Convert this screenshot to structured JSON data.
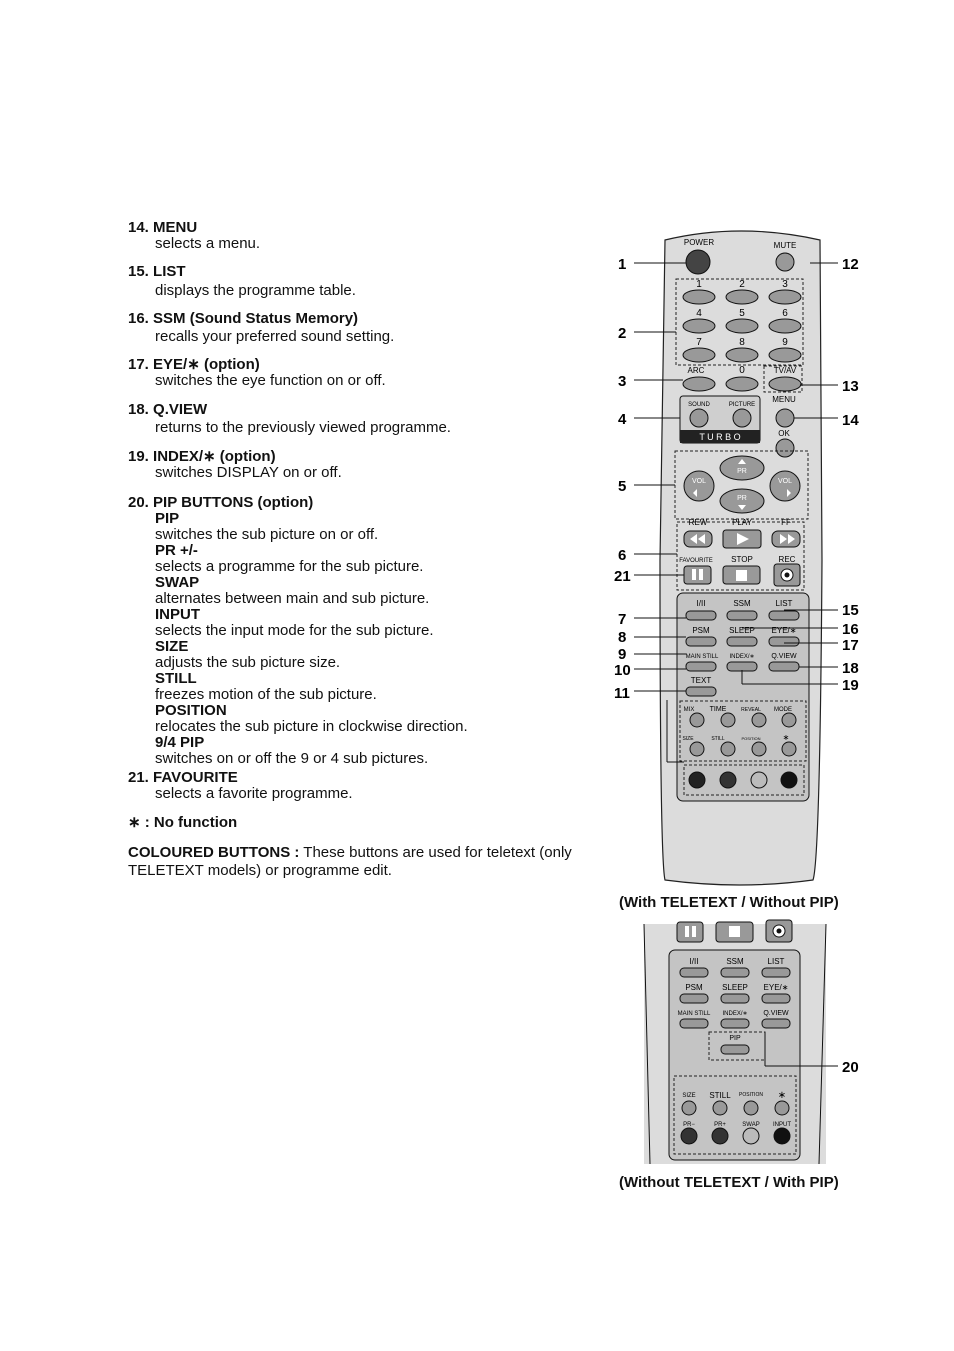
{
  "items": [
    {
      "num": "14.",
      "title": "MENU",
      "desc": "selects a menu."
    },
    {
      "num": "15.",
      "title": "LIST",
      "desc": "displays the programme table."
    },
    {
      "num": "16.",
      "title": "SSM (Sound Status Memory)",
      "desc": "recalls your preferred sound setting."
    },
    {
      "num": "17.",
      "title": "EYE/∗ (option)",
      "desc": "switches the eye function on or off."
    },
    {
      "num": "18.",
      "title": "Q.VIEW",
      "desc": "returns to the previously viewed programme."
    },
    {
      "num": "19.",
      "title": "INDEX/∗ (option)",
      "desc": "switches DISPLAY on or off."
    }
  ],
  "pip": {
    "num": "20.",
    "title": "PIP BUTTONS (option)",
    "entries": [
      {
        "label": "PIP",
        "desc": "switches the sub picture on or off."
      },
      {
        "label": "PR +/-",
        "desc": "selects a programme for the sub picture."
      },
      {
        "label": "SWAP",
        "desc": "alternates between main and sub picture."
      },
      {
        "label": "INPUT",
        "desc": "selects the input mode for the sub picture."
      },
      {
        "label": "SIZE",
        "desc": "adjusts the sub picture size."
      },
      {
        "label": "STILL",
        "desc": "freezes motion of the sub picture."
      },
      {
        "label": "POSITION",
        "desc": "relocates the sub picture in clockwise direction."
      },
      {
        "label": "9/4 PIP",
        "desc": "switches on or off the 9 or 4 sub pictures."
      }
    ]
  },
  "favourite": {
    "num": "21.",
    "title": "FAVOURITE",
    "desc": "selects a favorite programme."
  },
  "nofunction": "∗ : No function",
  "coloured": {
    "bold": "COLOURED BUTTONS :",
    "line1": " These buttons are used for teletext (only",
    "line2": "TELETEXT models) or programme edit."
  },
  "captions": {
    "top": "(With TELETEXT / Without PIP)",
    "bottom": "(Without TELETEXT / With PIP)"
  },
  "remote1": {
    "labels": {
      "power": "POWER",
      "mute": "MUTE",
      "arc": "ARC",
      "zero": "0",
      "tvav": "TV/AV",
      "sound": "SOUND",
      "picture": "PICTURE",
      "turbo": "T U R B O",
      "menu": "MENU",
      "ok": "OK",
      "pr": "PR",
      "vol": "VOL",
      "rew": "REW",
      "play": "PLAY",
      "ff": "FF",
      "favourite": "FAVOURITE",
      "stop": "STOP",
      "rec": "REC",
      "i_ii": "I/II",
      "ssm": "SSM",
      "list": "LIST",
      "psm": "PSM",
      "sleep": "SLEEP",
      "eye": "EYE/∗",
      "mainstill": "MAIN STILL",
      "index": "INDEX/∗",
      "qview": "Q.VIEW",
      "text": "TEXT",
      "mix": "MIX",
      "time": "TIME",
      "reveal": "REVEAL",
      "mode": "MODE",
      "size": "SIZE",
      "still": "STILL",
      "position": "POSITION",
      "star": "∗"
    },
    "digits": [
      "1",
      "2",
      "3",
      "4",
      "5",
      "6",
      "7",
      "8",
      "9"
    ],
    "callouts_left": [
      "1",
      "2",
      "3",
      "4",
      "5",
      "6",
      "21",
      "7",
      "8",
      "9",
      "10",
      "11"
    ],
    "callouts_right": [
      "12",
      "13",
      "14",
      "15",
      "16",
      "17",
      "18",
      "19"
    ]
  },
  "remote2": {
    "labels": {
      "i_ii": "I/II",
      "ssm": "SSM",
      "list": "LIST",
      "psm": "PSM",
      "sleep": "SLEEP",
      "eye": "EYE/∗",
      "mainstill": "MAIN STILL",
      "index": "INDEX/∗",
      "qview": "Q.VIEW",
      "pip": "PIP",
      "size": "SIZE",
      "still": "STILL",
      "position": "POSITION",
      "star": "∗",
      "prminus": "PR−",
      "prplus": "PR+",
      "swap": "SWAP",
      "input": "INPUT"
    },
    "callout": "20"
  },
  "colors": {
    "remote_body": "#d8d8d8",
    "button": "#9a9a9a",
    "dark": "#2a2a2a"
  }
}
